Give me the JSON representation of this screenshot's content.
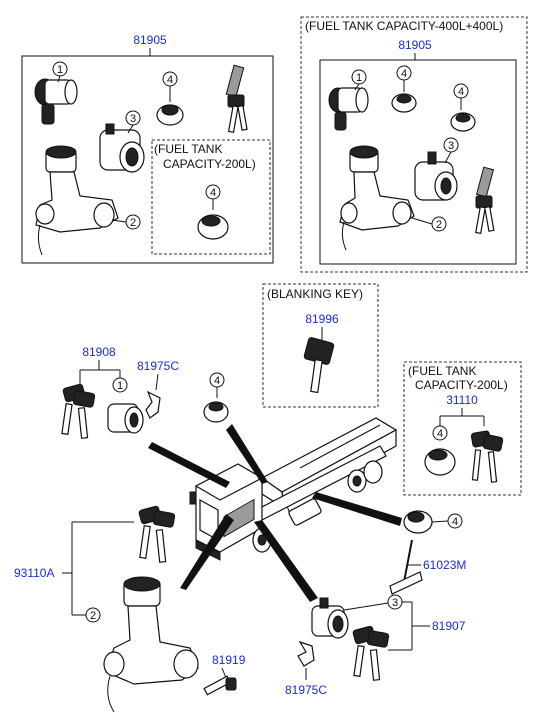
{
  "part_numbers": {
    "assy_top_left": "81905",
    "assy_top_right": "81905",
    "blanking_key": "81996",
    "key_set": "81908",
    "clip_upper": "81975C",
    "fuel_cap_set": "31110",
    "ignition_switch": "93110A",
    "fuel_filler_cable": "61023M",
    "door_cyl_set": "81907",
    "bolt": "81919",
    "clip_lower": "81975C"
  },
  "notes": {
    "fuel_400_line1": "(FUEL TANK CAPACITY-400L+400L)",
    "fuel_200_inner_line1": "(FUEL TANK",
    "fuel_200_inner_line2": "CAPACITY-200L)",
    "blanking_key": "(BLANKING KEY)",
    "fuel_200_right_line1": "(FUEL TANK",
    "fuel_200_right_line2": "CAPACITY-200L)"
  },
  "callouts": {
    "one": "1",
    "two": "2",
    "three": "3",
    "four": "4"
  }
}
